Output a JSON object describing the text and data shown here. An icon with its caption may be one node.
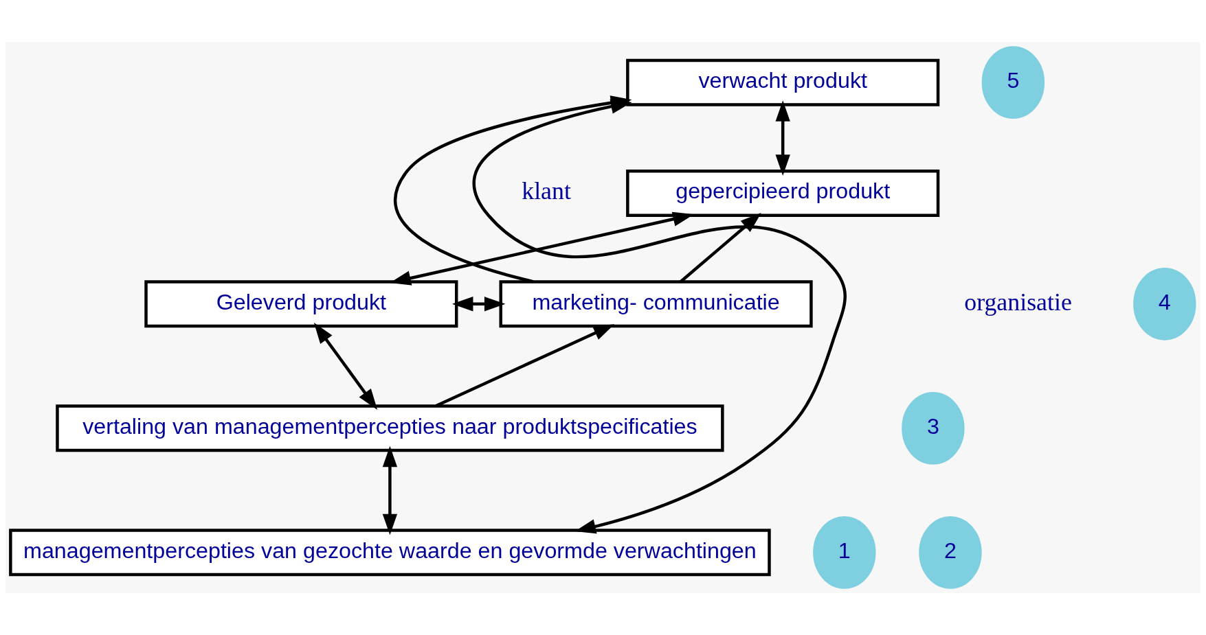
{
  "diagram": {
    "nodes": [
      {
        "text": [
          "verwacht produkt"
        ]
      },
      {
        "text": [
          "5"
        ]
      },
      {
        "text": [
          "gepercipieerd produkt"
        ]
      },
      {
        "text": [
          "Geleverd produkt"
        ]
      },
      {
        "text": [
          "4"
        ]
      },
      {
        "text": [
          "marketing- communicatie"
        ]
      },
      {
        "text": [
          "3"
        ]
      },
      {
        "text": [
          "vertaling van managementpercepties naar produktspecificaties"
        ]
      },
      {
        "text": [
          "1"
        ]
      },
      {
        "text": [
          "2"
        ]
      },
      {
        "text": [
          "managementpercepties van gezochte waarde en gevormde verwachtingen"
        ]
      }
    ],
    "edges": [
      {
        "from": 10,
        "to": 0,
        "arrow": "both"
      },
      {
        "from": 0,
        "to": 2,
        "arrow": "both"
      },
      {
        "from": 2,
        "to": 3,
        "arrow": "both"
      },
      {
        "from": 3,
        "to": 5,
        "arrow": "both"
      },
      {
        "from": 3,
        "to": 7,
        "arrow": "both"
      },
      {
        "from": 7,
        "to": 10,
        "arrow": "both"
      },
      {
        "from": 7,
        "to": 5,
        "arrow": "to"
      },
      {
        "from": 5,
        "to": 0,
        "arrow": "to"
      },
      {
        "from": 5,
        "to": 2,
        "arrow": "to"
      }
    ],
    "labels": [
      "klant",
      "organisatie"
    ]
  }
}
